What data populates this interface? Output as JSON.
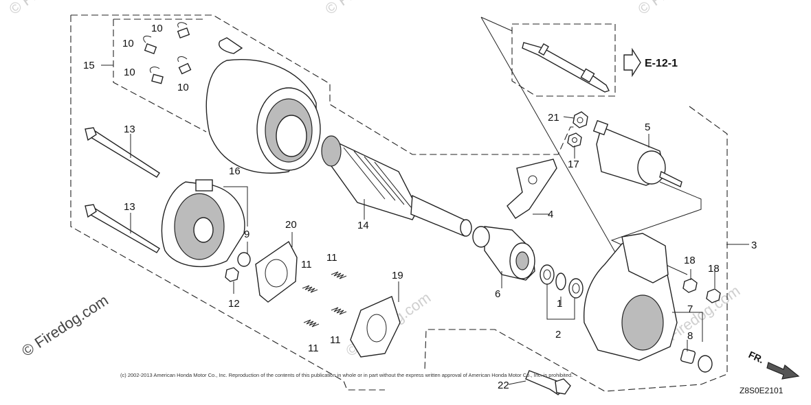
{
  "diagram_code": "Z8S0E2101",
  "copyright": "(c) 2002-2013 American Honda Motor Co., Inc. Reproduction of the contents of this publication in whole or in part without the express written approval of American Honda Motor Co., Inc. is prohibited.",
  "watermark_main": "© Firedog.com",
  "watermark_faint": "© Firedog.com",
  "reference": "E-12-1",
  "direction_label": "FR.",
  "callouts": {
    "c1": "1",
    "c2": "2",
    "c3": "3",
    "c4": "4",
    "c5": "5",
    "c6": "6",
    "c7": "7",
    "c8": "8",
    "c9": "9",
    "c10a": "10",
    "c10b": "10",
    "c10c": "10",
    "c10d": "10",
    "c11a": "11",
    "c11b": "11",
    "c11c": "11",
    "c11d": "11",
    "c12": "12",
    "c13a": "13",
    "c13b": "13",
    "c14": "14",
    "c15": "15",
    "c16": "16",
    "c17": "17",
    "c18a": "18",
    "c18b": "18",
    "c19": "19",
    "c20": "20",
    "c21": "21",
    "c22": "22"
  }
}
